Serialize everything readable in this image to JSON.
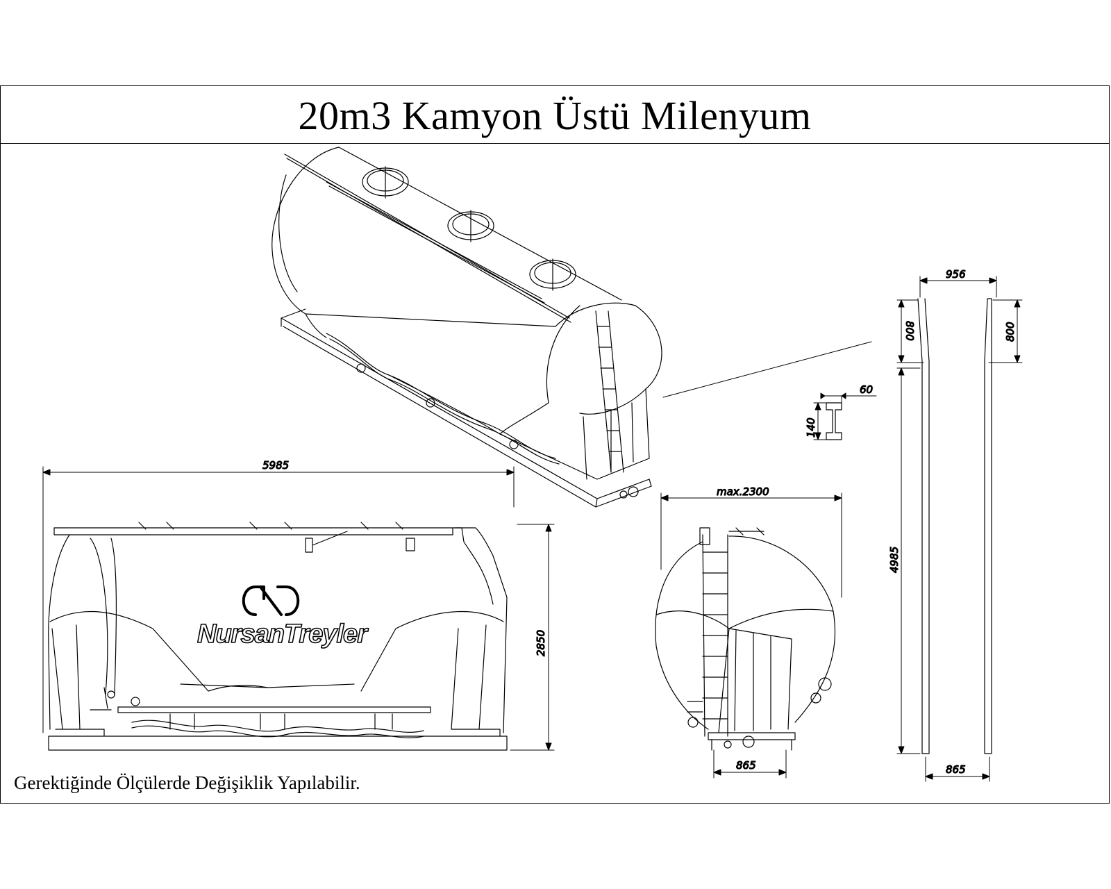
{
  "title": "20m3  Kamyon Üstü Milenyum",
  "footnote": "Gerektiğinde Ölçülerde Değişiklik Yapılabilir.",
  "brand": "NursanTreyler",
  "dimensions": {
    "side_length": "5985",
    "side_height": "2850",
    "front_width": "max.2300",
    "front_frame_width": "865",
    "beam_length": "4985",
    "beam_width_bottom": "865",
    "beam_width_top": "956",
    "beam_end_left": "800",
    "beam_end_right": "800",
    "profile_height": "140",
    "profile_flange": "60"
  }
}
